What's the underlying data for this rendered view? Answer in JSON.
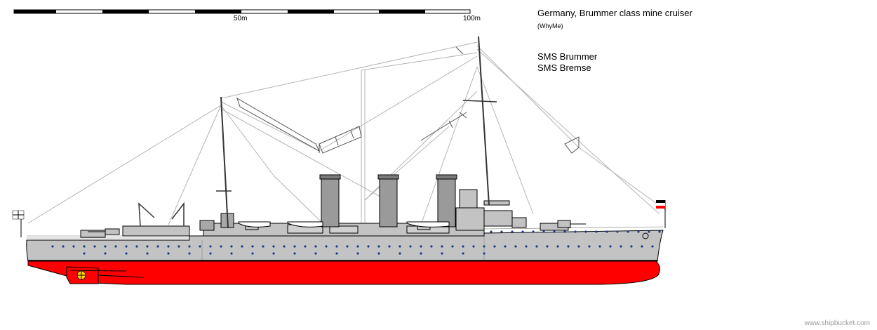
{
  "title": "Germany, Brummer class mine cruiser",
  "credit": "(WhyMe)",
  "ships": [
    "SMS Brummer",
    "SMS Bremse"
  ],
  "scale": {
    "mid_label": "50m",
    "end_label": "100m",
    "segments": 10
  },
  "watermark": "www.shipbucket.com",
  "colors": {
    "hull_grey": "#c3c3c3",
    "hull_red": "#ff0000",
    "outline": "#000000",
    "portholes": "#1e3c8c",
    "rigging": "#b4b4b4",
    "funnel": "#9a9a9a"
  },
  "flags": {
    "ensign": "stern-ensign",
    "jack": "bow-jack"
  }
}
